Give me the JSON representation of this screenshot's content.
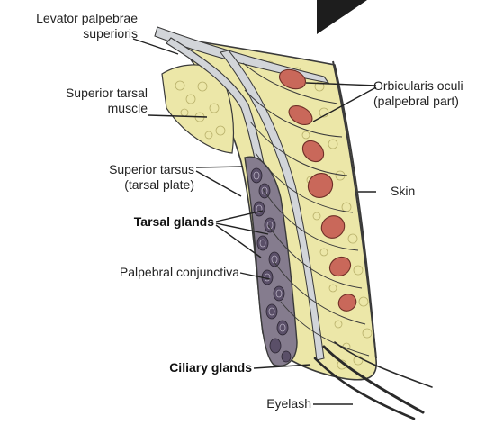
{
  "labels": {
    "levator": [
      "Levator palpebrae",
      "superioris"
    ],
    "superior_tarsal_muscle": [
      "Superior tarsal",
      "muscle"
    ],
    "superior_tarsus": [
      "Superior tarsus",
      "(tarsal plate)"
    ],
    "tarsal_glands": "Tarsal glands",
    "palpebral_conjunctiva": "Palpebral conjunctiva",
    "ciliary_glands": "Ciliary glands",
    "orbicularis": [
      "Orbicularis oculi",
      "(palpebral part)"
    ],
    "skin": "Skin",
    "eyelash": "Eyelash"
  },
  "colors": {
    "fat": "#ece7a8",
    "muscle": "#c9685a",
    "tarsus": "#857c8e",
    "gland": "#5a4f68",
    "sheath": "#d2d5d9",
    "outline": "#3a3a3a",
    "corner": "#1d1d1d"
  }
}
